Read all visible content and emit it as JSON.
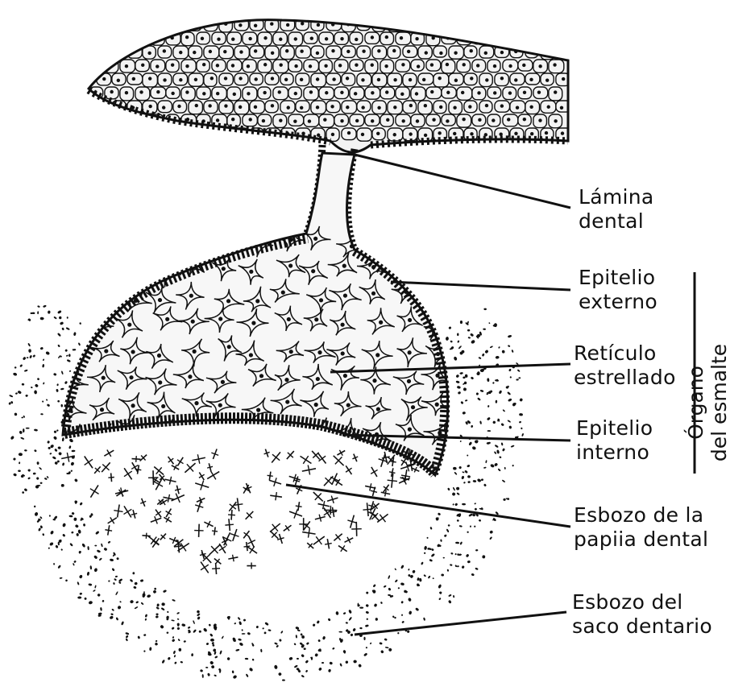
{
  "labels": {
    "lamina_dental": [
      "Lámina",
      "dental"
    ],
    "epitelio_externo": [
      "Epitelio",
      "externo"
    ],
    "reticulo_estrellado": [
      "Retículo",
      "estrellado"
    ],
    "epitelio_interno": [
      "Epitelio",
      "interno"
    ],
    "esbozo_papila": [
      "Esbozo de la",
      "papiia dental"
    ],
    "esbozo_saco": [
      "Esbozo del",
      "saco dentario"
    ]
  },
  "bracket": {
    "label": [
      "Órgano",
      "del esmalte"
    ]
  },
  "colors": {
    "ink": "#111111",
    "background": "#ffffff"
  }
}
